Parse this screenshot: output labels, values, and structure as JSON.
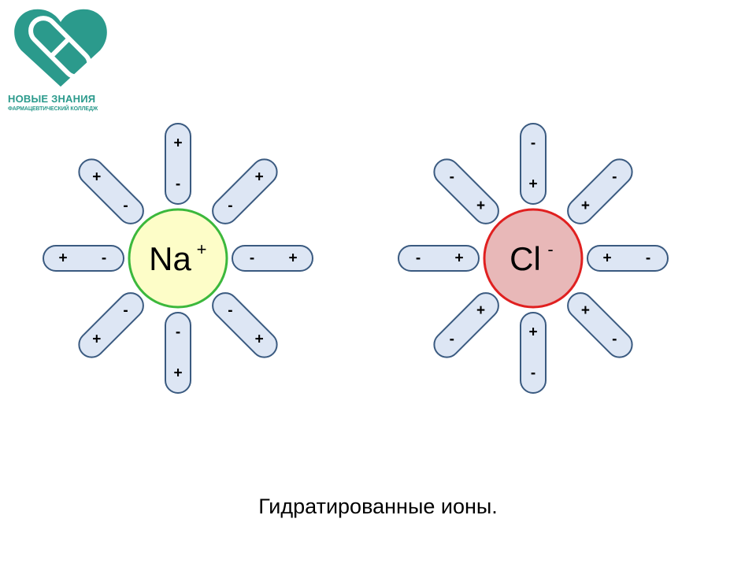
{
  "logo": {
    "line1": "НОВЫЕ ЗНАНИЯ",
    "line2": "ФАРМАЦЕВТИЧЕСКИЙ КОЛЛЕДЖ",
    "color": "#2b9a8c"
  },
  "ions": [
    {
      "symbol": "Na",
      "charge": "+",
      "fill": "#fdfdc8",
      "stroke": "#3cb83c",
      "dipoles": [
        {
          "angle": 90,
          "near": "-",
          "far": "+"
        },
        {
          "angle": 45,
          "near": "-",
          "far": "+"
        },
        {
          "angle": 0,
          "near": "-",
          "far": "+"
        },
        {
          "angle": -45,
          "near": "-",
          "far": "+"
        },
        {
          "angle": -90,
          "near": "-",
          "far": "+"
        },
        {
          "angle": -135,
          "near": "-",
          "far": "+"
        },
        {
          "angle": 180,
          "near": "-",
          "far": "+"
        },
        {
          "angle": 135,
          "near": "-",
          "far": "+"
        }
      ]
    },
    {
      "symbol": "Cl",
      "charge": "-",
      "fill": "#e8b8b8",
      "stroke": "#e02020",
      "dipoles": [
        {
          "angle": 90,
          "near": "+",
          "far": "-"
        },
        {
          "angle": 45,
          "near": "+",
          "far": "-"
        },
        {
          "angle": 0,
          "near": "+",
          "far": "-"
        },
        {
          "angle": -45,
          "near": "+",
          "far": "-"
        },
        {
          "angle": -90,
          "near": "+",
          "far": "-"
        },
        {
          "angle": -135,
          "near": "+",
          "far": "-"
        },
        {
          "angle": 180,
          "near": "+",
          "far": "-"
        },
        {
          "angle": 135,
          "near": "+",
          "far": "-"
        }
      ]
    }
  ],
  "dipole_style": {
    "fill": "#dde6f4",
    "stroke": "#3a5a80"
  },
  "caption": "Гидратированные ионы."
}
